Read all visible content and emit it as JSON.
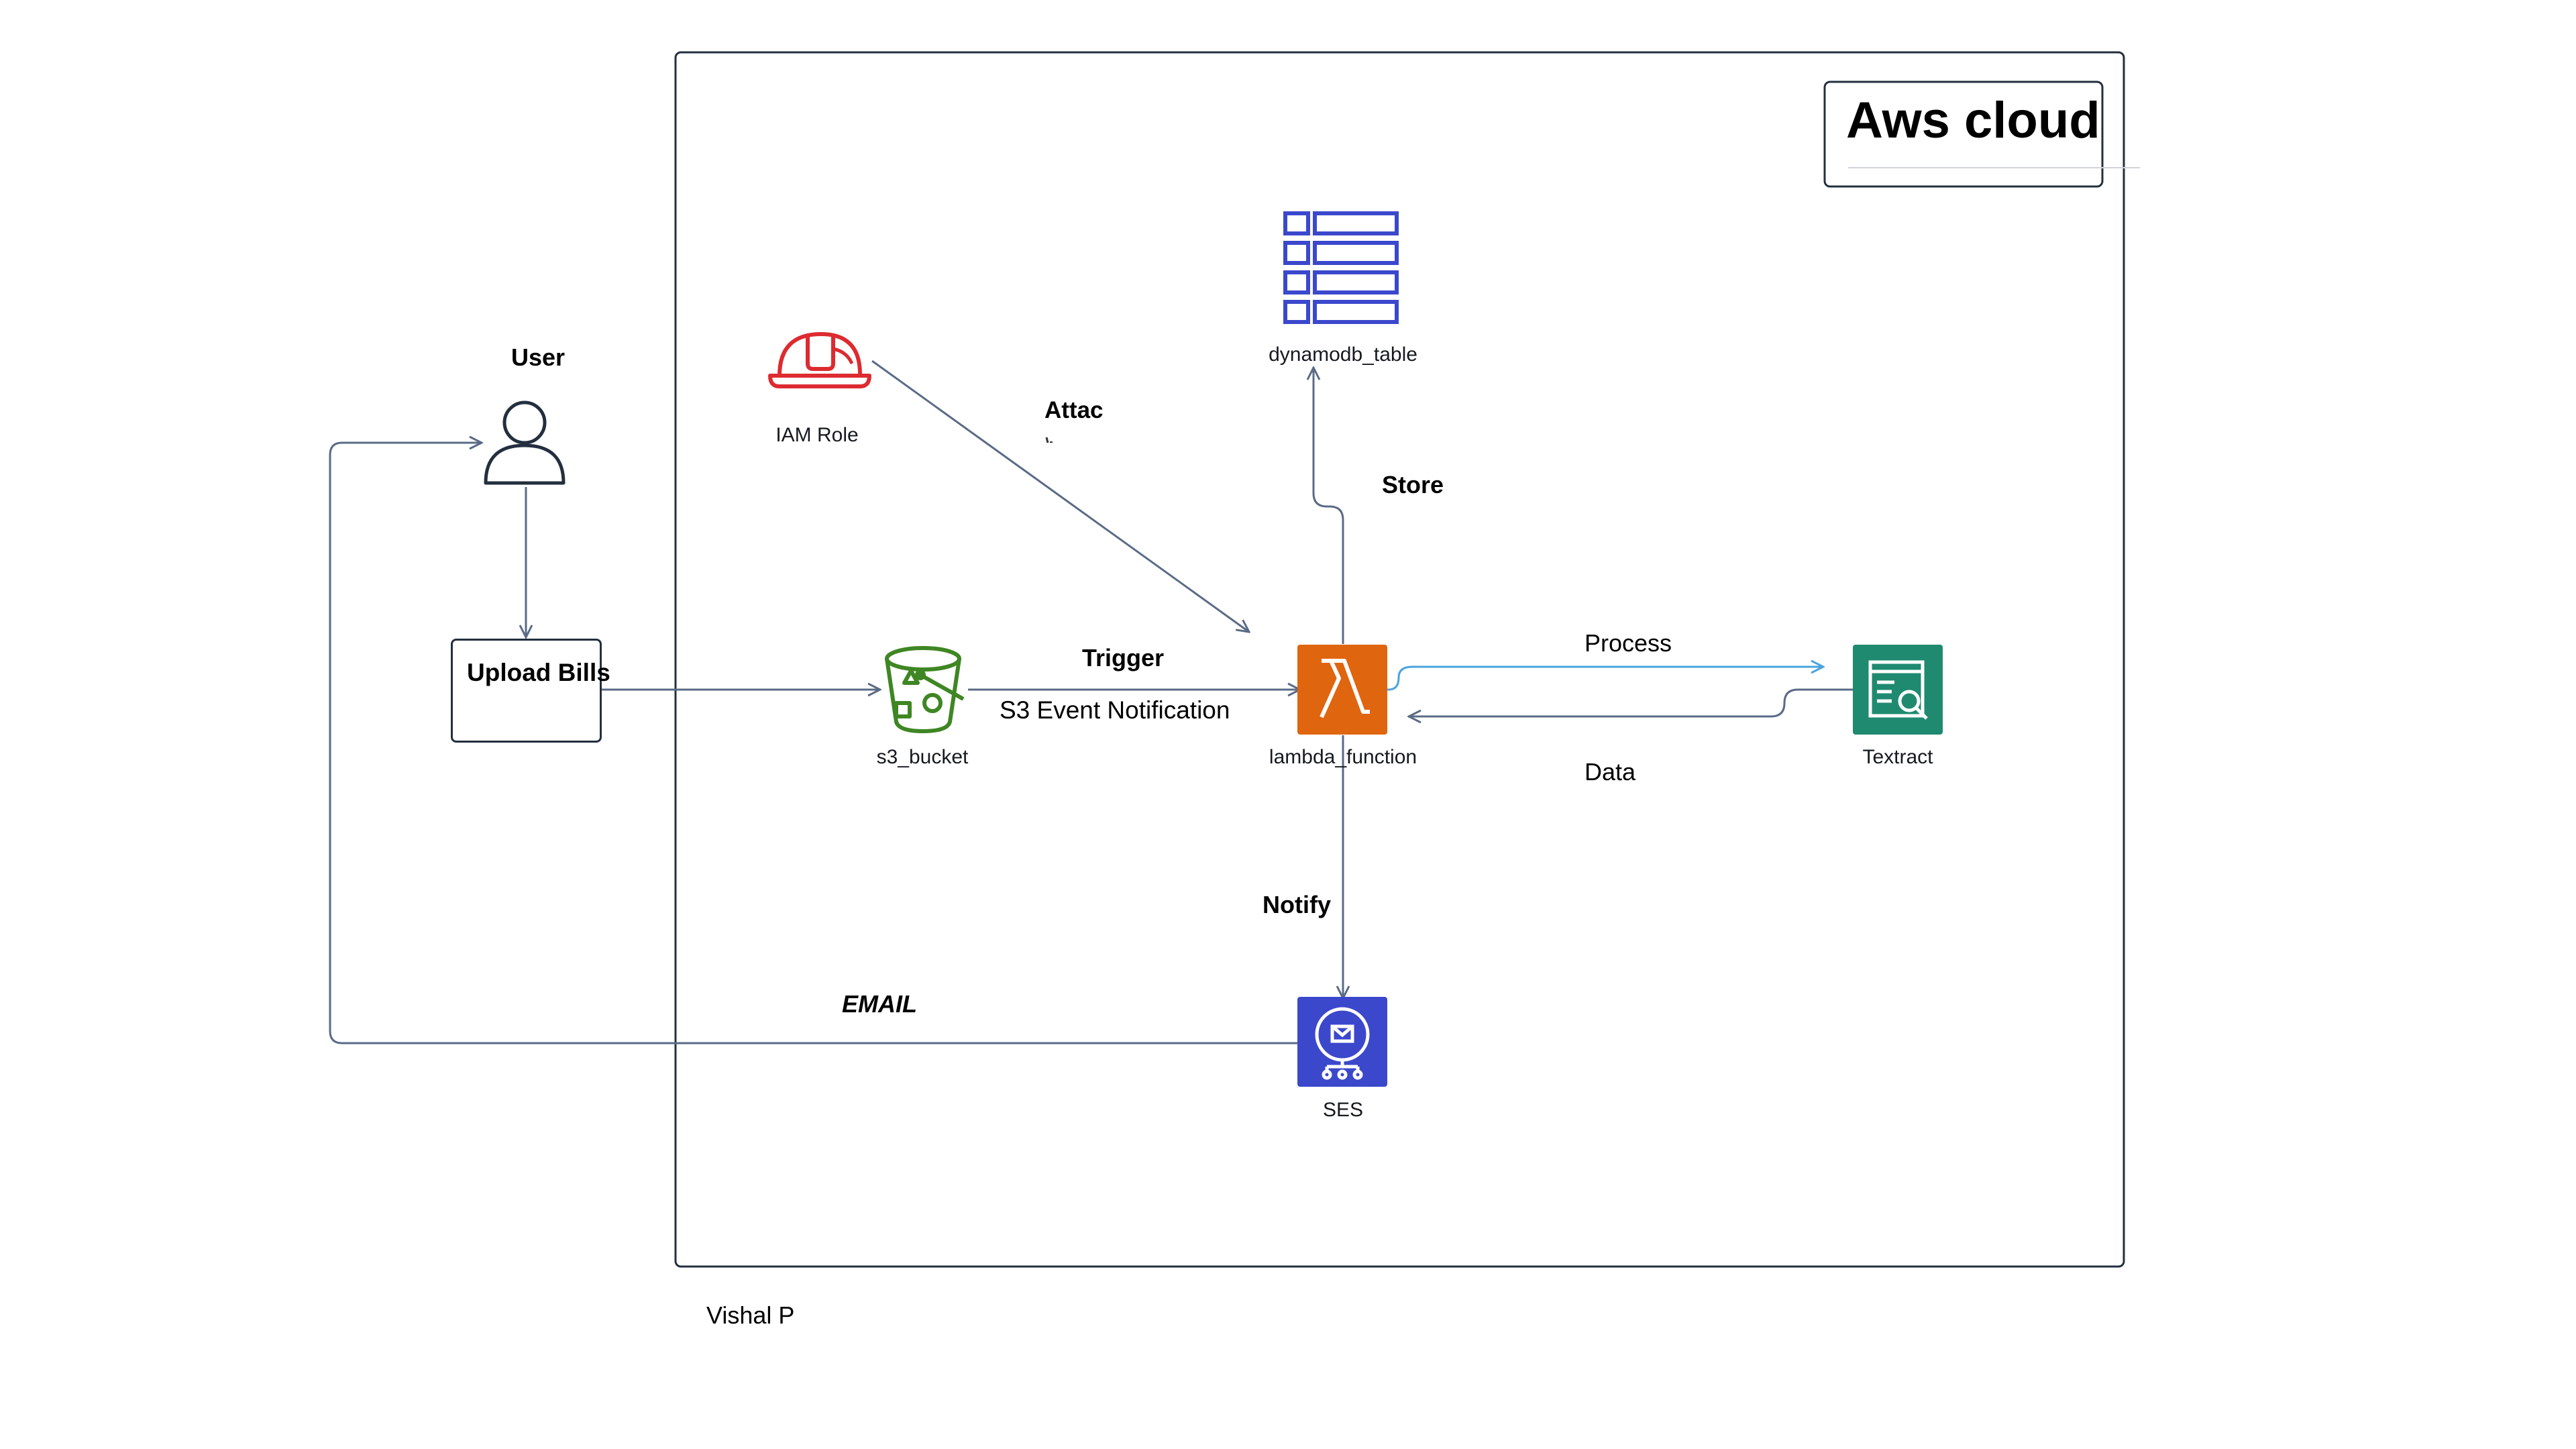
{
  "diagram": {
    "title": "Aws cloud",
    "author": "Vishal P",
    "nodes": {
      "user": "User",
      "upload": "Upload Bills",
      "iam": "IAM Role",
      "s3": "s3_bucket",
      "lambda": "lambda_function",
      "dynamo": "dynamodb_table",
      "textract": "Textract",
      "ses": "SES"
    },
    "edges": {
      "attach": "Attac",
      "trigger": "Trigger",
      "s3_event": "S3 Event Notification",
      "store": "Store",
      "process": "Process",
      "data": "Data",
      "notify": "Notify",
      "email": "EMAIL"
    }
  },
  "colors": {
    "line": "#5a6b86",
    "process_line": "#4aa3df",
    "lambda": "#e0650f",
    "s3": "#3f8624",
    "iam": "#dd2b30",
    "dynamo": "#3b48cc",
    "textract": "#1f8a6f",
    "ses": "#3b48cc"
  }
}
